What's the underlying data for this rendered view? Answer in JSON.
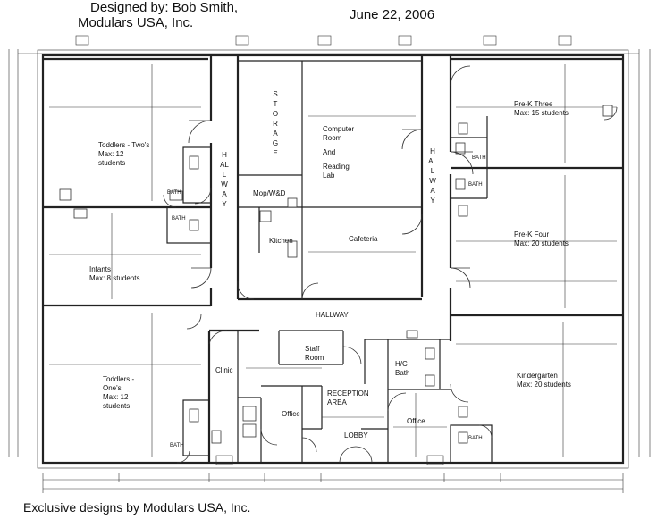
{
  "header": {
    "designer": "Designed by:  Bob Smith,",
    "company": "Modulars USA, Inc.",
    "date": "June 22, 2006"
  },
  "footer": {
    "note": "Exclusive designs by Modulars USA, Inc."
  },
  "rooms": {
    "toddlers_twos": [
      "Toddlers - Two's",
      "Max: 12",
      "students"
    ],
    "infants": [
      "Infants",
      "Max: 8 students"
    ],
    "toddlers_ones": [
      "Toddlers -",
      "One's",
      "Max: 12",
      "students"
    ],
    "storage": "STORAGE",
    "computer_room": [
      "Computer",
      "Room",
      "",
      "And",
      "",
      "Reading",
      "Lab"
    ],
    "mop": "Mop/W&D",
    "kitchen": "Kitchen",
    "cafeteria": "Cafeteria",
    "hallway_left": "HALLWAY",
    "hallway_right": "HALLWAY",
    "hallway_center": "HALLWAY",
    "prek_three": [
      "Pre-K Three",
      "Max: 15 students"
    ],
    "prek_four": [
      "Pre-K Four",
      "Max: 20 students"
    ],
    "kindergarten": [
      "Kindergarten",
      "Max: 20 students"
    ],
    "staff_room": [
      "Staff",
      "Room"
    ],
    "clinic": "Clinic",
    "office_left": "Office",
    "reception": [
      "RECEPTION",
      "AREA"
    ],
    "lobby": "LOBBY",
    "hc_bath": [
      "H/C",
      "Bath"
    ],
    "office_right": "Office",
    "bath": "BATH"
  }
}
